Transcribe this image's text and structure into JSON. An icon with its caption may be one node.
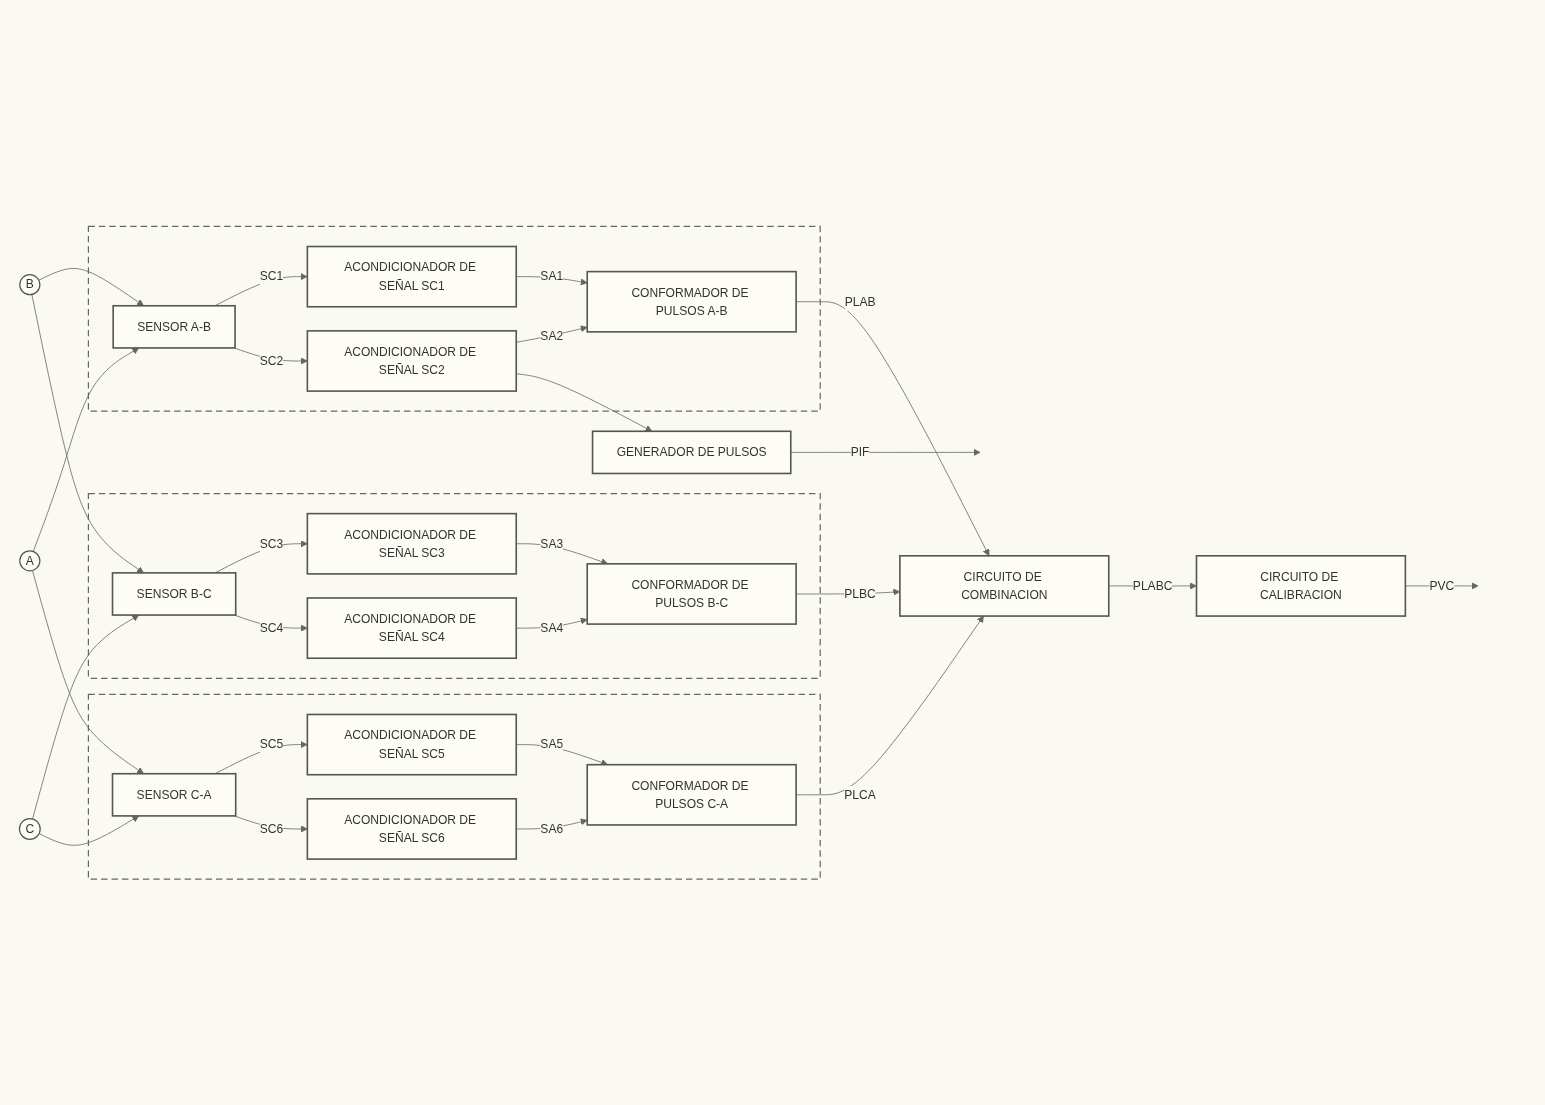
{
  "diagram": {
    "nodes": [
      {
        "text": [
          "A"
        ]
      },
      {
        "text": [
          "B"
        ]
      },
      {
        "text": [
          "C"
        ]
      },
      {
        "text": [],
        "shape": "box"
      },
      {
        "text": [
          "SENSOR A-B"
        ],
        "in": 3
      },
      {
        "text": [
          "ACONDICIONADOR DE SEÑAL SC1"
        ],
        "in": 3
      },
      {
        "text": [
          "ACONDICIONADOR DE SEÑAL SC2"
        ],
        "in": 3
      },
      {
        "text": [
          "CONFORMADOR DE PULSOS A-B"
        ],
        "in": 3
      },
      {
        "text": [
          "GENERADOR DE PULSOS"
        ]
      },
      {
        "text": [],
        "shape": "box"
      },
      {
        "text": [
          "SENSOR B-C"
        ],
        "in": 9
      },
      {
        "text": [
          "ACONDICIONADOR DE SEÑAL SC3"
        ],
        "in": 9
      },
      {
        "text": [
          "ACONDICIONADOR DE SEÑAL SC4"
        ],
        "in": 9
      },
      {
        "text": [
          "CONFORMADOR DE PULSOS B-C"
        ],
        "in": 9
      },
      {
        "text": [
          "CIRCUITO DE COMBINACION"
        ]
      },
      {
        "text": [],
        "shape": "box"
      },
      {
        "text": [
          "SENSOR C-A"
        ],
        "in": 15
      },
      {
        "text": [
          "ACONDICIONADOR DE SEÑAL SC5"
        ],
        "in": 15
      },
      {
        "text": [
          "ACONDICIONADOR DE SEÑAL SC6"
        ],
        "in": 15
      },
      {
        "text": [
          "CONFORMADOR DE PULSOS C-A"
        ],
        "in": 15
      },
      {
        "text": [
          "CIRCUITO DE CALIBRACION"
        ]
      }
    ],
    "edges": [
      {
        "from": 0,
        "to": 4,
        "arrow": "to"
      },
      {
        "from": 1,
        "to": 4,
        "arrow": "to"
      },
      {
        "from": 1,
        "to": 10,
        "arrow": "to"
      },
      {
        "from": 2,
        "to": 10,
        "arrow": "to"
      },
      {
        "from": 2,
        "to": 16,
        "arrow": "to"
      },
      {
        "from": 0,
        "to": 16,
        "arrow": "to"
      },
      {
        "from": 4,
        "to": 5,
        "label": "SC1",
        "arrow": "to"
      },
      {
        "from": 4,
        "to": 6,
        "label": "SC2",
        "arrow": "to"
      },
      {
        "from": 5,
        "to": 7,
        "label": "SA1",
        "arrow": "to"
      },
      {
        "from": 6,
        "to": 7,
        "label": "SA2",
        "arrow": "to"
      },
      {
        "from": 6,
        "to": 8,
        "arrow": "to"
      },
      {
        "from": 7,
        "to": 14,
        "label": "PLAB",
        "arrow": "to"
      },
      {
        "from": 8,
        "to": null,
        "label": "PIF",
        "arrow": "to"
      },
      {
        "from": 10,
        "to": 11,
        "label": "SC3",
        "arrow": "to"
      },
      {
        "from": 10,
        "to": 12,
        "label": "SC4",
        "arrow": "to"
      },
      {
        "from": 11,
        "to": 13,
        "label": "SA3",
        "arrow": "to"
      },
      {
        "from": 12,
        "to": 13,
        "label": "SA4",
        "arrow": "to"
      },
      {
        "from": 13,
        "to": 14,
        "label": "PLBC",
        "arrow": "to"
      },
      {
        "from": 16,
        "to": 17,
        "label": "SC5",
        "arrow": "to"
      },
      {
        "from": 16,
        "to": 18,
        "label": "SC6",
        "arrow": "to"
      },
      {
        "from": 17,
        "to": 19,
        "label": "SA5",
        "arrow": "to"
      },
      {
        "from": 18,
        "to": 19,
        "label": "SA6",
        "arrow": "to"
      },
      {
        "from": 19,
        "to": 14,
        "label": "PLCA",
        "arrow": "to"
      },
      {
        "from": 14,
        "to": 20,
        "label": "PLABC",
        "arrow": "to"
      },
      {
        "from": 20,
        "to": null,
        "label": "PVC",
        "arrow": "to"
      }
    ]
  }
}
